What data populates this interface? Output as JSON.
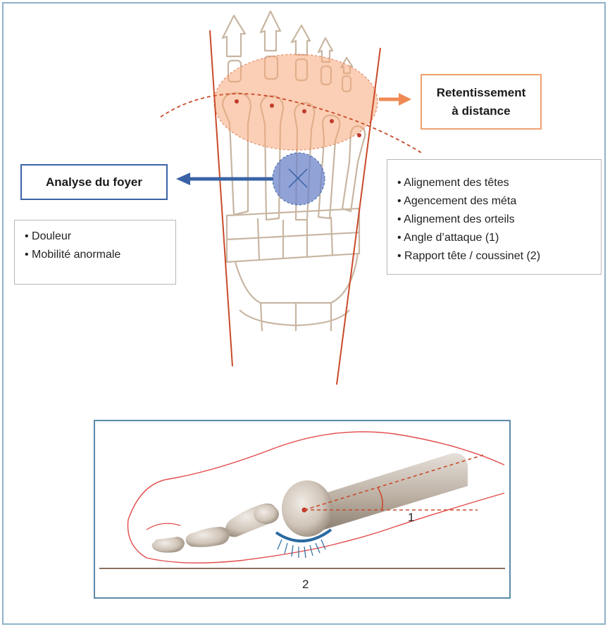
{
  "colors": {
    "frame_border": "#8fb2c9",
    "red_line": "#c84a2a",
    "orange_zone": "#f7a878",
    "blue_zone": "#6c83c9",
    "blue_arrow": "#3a63a5",
    "orange_arrow": "#f08a55",
    "bone": "#c8b6a2"
  },
  "labels": {
    "retentissement_line1": "Retentissement",
    "retentissement_line2": "à distance",
    "analyse": "Analyse du foyer",
    "left_list": [
      "• Douleur",
      "• Mobilité anormale"
    ],
    "right_list": [
      "• Alignement des têtes",
      "• Agencement des méta",
      "• Alignement des orteils",
      "• Angle d’attaque (1)",
      "• Rapport tête / coussinet (2)"
    ],
    "angle_label": "1",
    "pad_label": "2"
  },
  "icons": [
    "orange-arrow-icon",
    "blue-arrow-icon",
    "cross-mark-icon"
  ]
}
